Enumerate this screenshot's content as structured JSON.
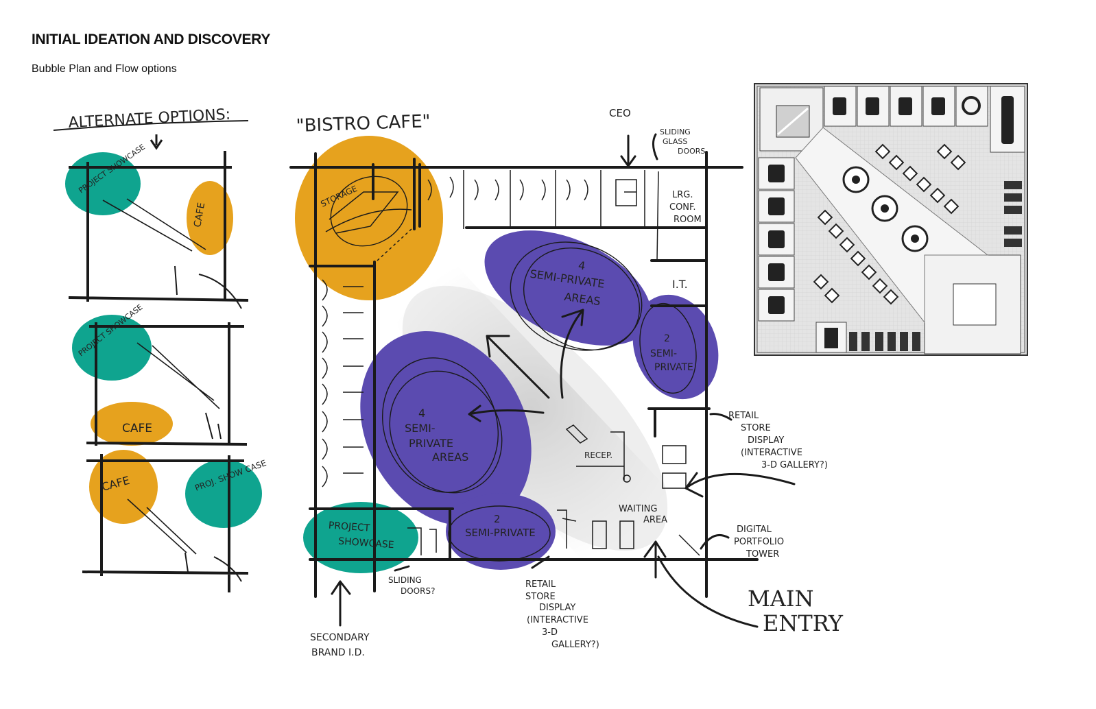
{
  "header": {
    "title": "INITIAL IDEATION AND DISCOVERY",
    "subtitle": "Bubble Plan and Flow options"
  },
  "colors": {
    "cafe": "#E6A21E",
    "showcase": "#0FA48F",
    "semi_private": "#5B4BB0",
    "ink": "#1a1a1a"
  },
  "alternate_options": {
    "heading": "ALTERNATE OPTIONS:",
    "option1": {
      "showcase": "PROJECT SHOWCASE",
      "cafe": "CAFE"
    },
    "option2": {
      "showcase": "PROJECT SHOWCASE",
      "cafe": "CAFE"
    },
    "option3": {
      "cafe": "CAFE",
      "showcase": "PROJ. SHOW CASE"
    }
  },
  "main_plan": {
    "bistro": "\"BISTRO CAFE\"",
    "storage": "STORAGE",
    "ceo": "CEO",
    "sliding_glass_doors": "SLIDING GLASS DOORS",
    "conf_room": "LRG. CONF. ROOM",
    "it": "I.T.",
    "semi_private_top": "4 SEMI-PRIVATE AREAS",
    "semi_private_right": "2 SEMI-PRIVATE",
    "semi_private_left": "4 SEMI-PRIVATE AREAS",
    "semi_private_bottom": "2 SEMI-PRIVATE",
    "recep": "RECEP.",
    "waiting": "WAITING AREA",
    "project_showcase": "PROJECT SHOWCASE",
    "retail_right": "RETAIL STORE DISPLAY (INTERACTIVE 3-D GALLERY?)",
    "digital_portfolio": "DIGITAL PORTFOLIO TOWER",
    "main_entry": "MAIN ENTRY",
    "sliding_doors": "SLIDING DOORS?",
    "retail_bottom": "RETAIL STORE DISPLAY (INTERACTIVE 3-D GALLERY?)",
    "secondary_brand": "SECONDARY BRAND I.D."
  }
}
